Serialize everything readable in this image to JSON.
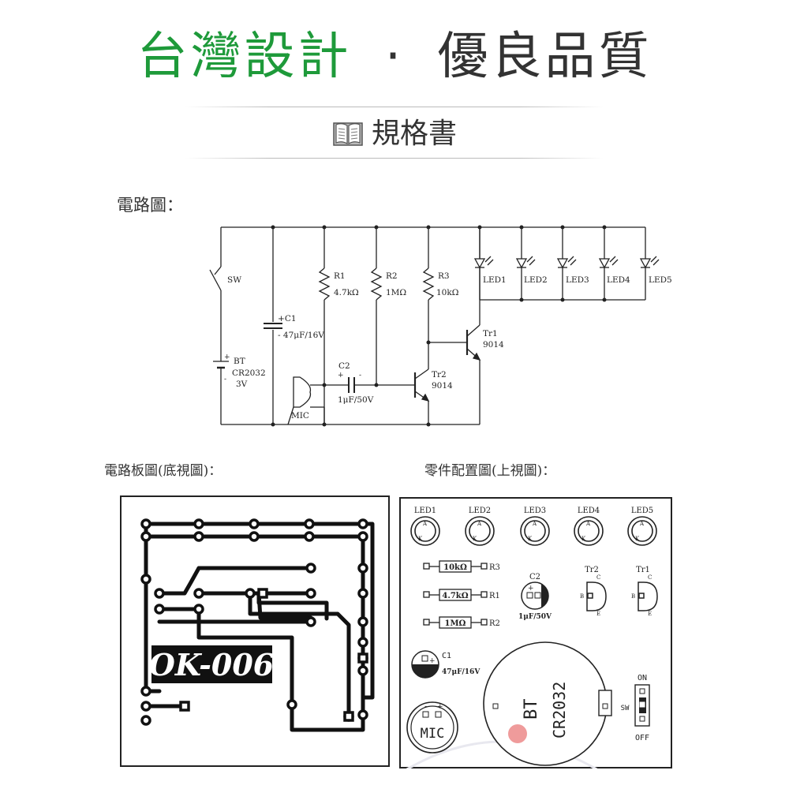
{
  "header": {
    "title_green": "台灣設計",
    "title_dot": "·",
    "title_dark": "優良品質",
    "spec_title": "規格書"
  },
  "sections": {
    "circuit_label": "電路圖：",
    "pcb_label": "電路板圖(底視圖)：",
    "layout_label": "零件配置圖(上視圖)："
  },
  "schematic": {
    "sw": "SW",
    "bt": "BT",
    "bt_model": "CR2032",
    "bt_volt": "3V",
    "c1": "C1",
    "c1_val": "47μF/16V",
    "r1": "R1",
    "r1_val": "4.7kΩ",
    "r2": "R2",
    "r2_val": "1MΩ",
    "r3": "R3",
    "r3_val": "10kΩ",
    "c2": "C2",
    "c2_val": "1μF/50V",
    "mic": "MIC",
    "tr1": "Tr1",
    "tr1_model": "9014",
    "tr2": "Tr2",
    "tr2_model": "9014",
    "leds": [
      "LED1",
      "LED2",
      "LED3",
      "LED4",
      "LED5"
    ]
  },
  "pcb": {
    "logo": "OK-006"
  },
  "layout": {
    "leds": [
      "LED1",
      "LED2",
      "LED3",
      "LED4",
      "LED5"
    ],
    "r3_val": "10kΩ",
    "r3": "R3",
    "r1_val": "4.7kΩ",
    "r1": "R1",
    "r2_val": "1MΩ",
    "r2": "R2",
    "c2": "C2",
    "c2_val": "1μF/50V",
    "tr2": "Tr2",
    "tr1": "Tr1",
    "c1": "C1",
    "c1_val": "47μF/16V",
    "mic": "MIC",
    "bt": "BT",
    "bt_model": "CR2032",
    "sw": "SW",
    "on": "ON",
    "off": "OFF"
  },
  "colors": {
    "green": "#1e9a3a",
    "text": "#333333"
  }
}
